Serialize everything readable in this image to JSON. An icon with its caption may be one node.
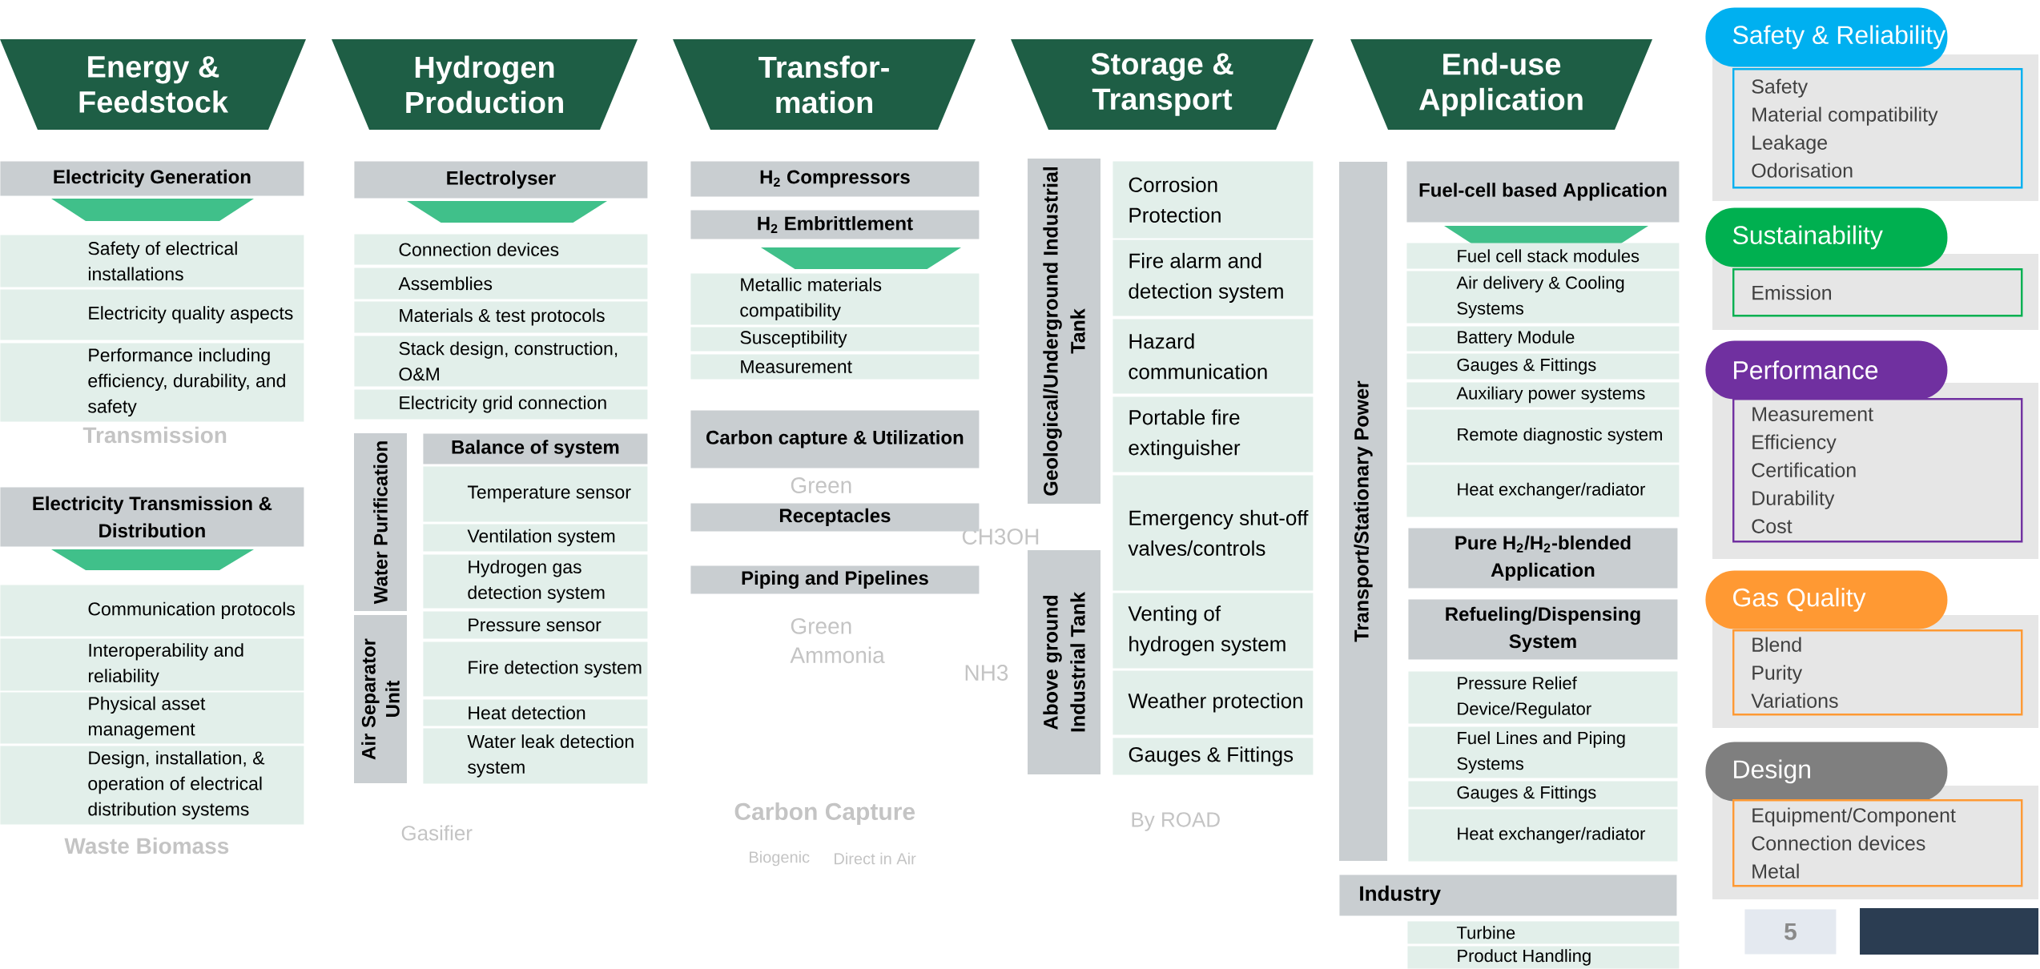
{
  "diagram": {
    "nodes": [
      {
        "text": [
          "Energy & Feedstock"
        ]
      },
      {
        "text": [
          "Electricity Generation"
        ]
      },
      {
        "text": [
          "Safety of electrical installations"
        ]
      },
      {
        "text": [
          "Electricity quality aspects"
        ]
      },
      {
        "text": [
          "Performance including efficiency, durability, and safety"
        ]
      },
      {
        "text": [
          "Electricity Transmission & Distribution"
        ]
      },
      {
        "text": [
          "Communication protocols"
        ]
      },
      {
        "text": [
          "Interoperability and reliability"
        ]
      },
      {
        "text": [
          "Physical asset management"
        ]
      },
      {
        "text": [
          "Design, installation, & operation of electrical distribution systems"
        ]
      },
      {
        "text": [
          "Hydrogen Production"
        ]
      },
      {
        "text": [
          "Electrolyser"
        ]
      },
      {
        "text": [
          "Connection devices"
        ]
      },
      {
        "text": [
          "Assemblies"
        ]
      },
      {
        "text": [
          "Materials & test protocols"
        ]
      },
      {
        "text": [
          "Stack design, construction, O&M"
        ]
      },
      {
        "text": [
          "Electricity grid connection"
        ]
      },
      {
        "text": [
          "Water Purification"
        ]
      },
      {
        "text": [
          "Air Separator Unit"
        ]
      },
      {
        "text": [
          "Balance of system"
        ]
      },
      {
        "text": [
          "Temperature sensor"
        ]
      },
      {
        "text": [
          "Ventilation system"
        ]
      },
      {
        "text": [
          "Hydrogen gas detection system"
        ]
      },
      {
        "text": [
          "Pressure sensor"
        ]
      },
      {
        "text": [
          "Fire detection system"
        ]
      },
      {
        "text": [
          "Heat detection"
        ]
      },
      {
        "text": [
          "Water leak detection system"
        ]
      },
      {
        "text": [
          "Transfor-mation"
        ]
      },
      {
        "text": [
          "H$_{2}$ Compressors"
        ]
      },
      {
        "text": [
          "H$_{2}$ Embrittlement"
        ]
      },
      {
        "text": [
          "Metallic materials compatibility"
        ]
      },
      {
        "text": [
          "Susceptibility"
        ]
      },
      {
        "text": [
          "Measurement"
        ]
      },
      {
        "text": [
          "Carbon capture & Utilization"
        ]
      },
      {
        "text": [
          "Receptacles"
        ]
      },
      {
        "text": [
          "Piping and Pipelines"
        ]
      },
      {
        "text": [
          "Storage & Transport"
        ]
      },
      {
        "text": [
          "Geological/Underground Industrial Tank"
        ]
      },
      {
        "text": [
          "Above ground Industrial Tank"
        ]
      },
      {
        "text": [
          "Corrosion Protection"
        ]
      },
      {
        "text": [
          "Fire alarm and detection system"
        ]
      },
      {
        "text": [
          "Hazard communication"
        ]
      },
      {
        "text": [
          "Portable fire extinguisher"
        ]
      },
      {
        "text": [
          "Emergency shut-off valves/controls"
        ]
      },
      {
        "text": [
          "Venting of hydrogen system"
        ]
      },
      {
        "text": [
          "Weather protection"
        ]
      },
      {
        "text": [
          "Gauges & Fittings"
        ]
      },
      {
        "text": [
          "End-use Application"
        ]
      },
      {
        "text": [
          "Transport/Stationary Power"
        ]
      },
      {
        "text": [
          "Fuel-cell based Application"
        ]
      },
      {
        "text": [
          "Fuel cell stack modules"
        ]
      },
      {
        "text": [
          "Air delivery & Cooling Systems"
        ]
      },
      {
        "text": [
          "Battery Module"
        ]
      },
      {
        "text": [
          "Gauges & Fittings"
        ]
      },
      {
        "text": [
          "Auxiliary power systems"
        ]
      },
      {
        "text": [
          "Remote diagnostic system"
        ]
      },
      {
        "text": [
          "Heat exchanger/radiator"
        ]
      },
      {
        "text": [
          "Pure H$_{2}$/H$_{2}$-blended Application"
        ]
      },
      {
        "text": [
          "Refueling/Dispensing System"
        ]
      },
      {
        "text": [
          "Pressure Relief Device/Regulator"
        ]
      },
      {
        "text": [
          "Fuel Lines and Piping Systems"
        ]
      },
      {
        "text": [
          "Gauges & Fittings"
        ]
      },
      {
        "text": [
          "Heat exchanger/radiator"
        ]
      },
      {
        "text": [
          "Industry"
        ]
      },
      {
        "text": [
          "Turbine"
        ]
      },
      {
        "text": [
          "Product Handling"
        ]
      },
      {
        "text": [
          "Safety & Reliability"
        ]
      },
      {
        "text": [
          "Safety",
          "Material compatibility",
          "Leakage",
          "Odorisation"
        ]
      },
      {
        "text": [
          "Sustainability"
        ]
      },
      {
        "text": [
          "Emission"
        ]
      },
      {
        "text": [
          "Performance"
        ]
      },
      {
        "text": [
          "Measurement",
          "Efficiency",
          "Certification",
          "Durability",
          "Cost"
        ]
      },
      {
        "text": [
          "Gas Quality"
        ]
      },
      {
        "text": [
          "Blend",
          "Purity",
          "Variations"
        ]
      },
      {
        "text": [
          "Design"
        ]
      },
      {
        "text": [
          "Equipment/Component",
          "Connection devices",
          "Metal"
        ]
      }
    ],
    "labels": [
      "Transmission",
      "Green",
      "CH3OH",
      "Green Ammonia",
      "NH3",
      "Carbon Capture",
      "Biogenic",
      "Direct in Air",
      "Gasifier",
      "Waste Biomass",
      "By ROAD",
      "5"
    ]
  }
}
